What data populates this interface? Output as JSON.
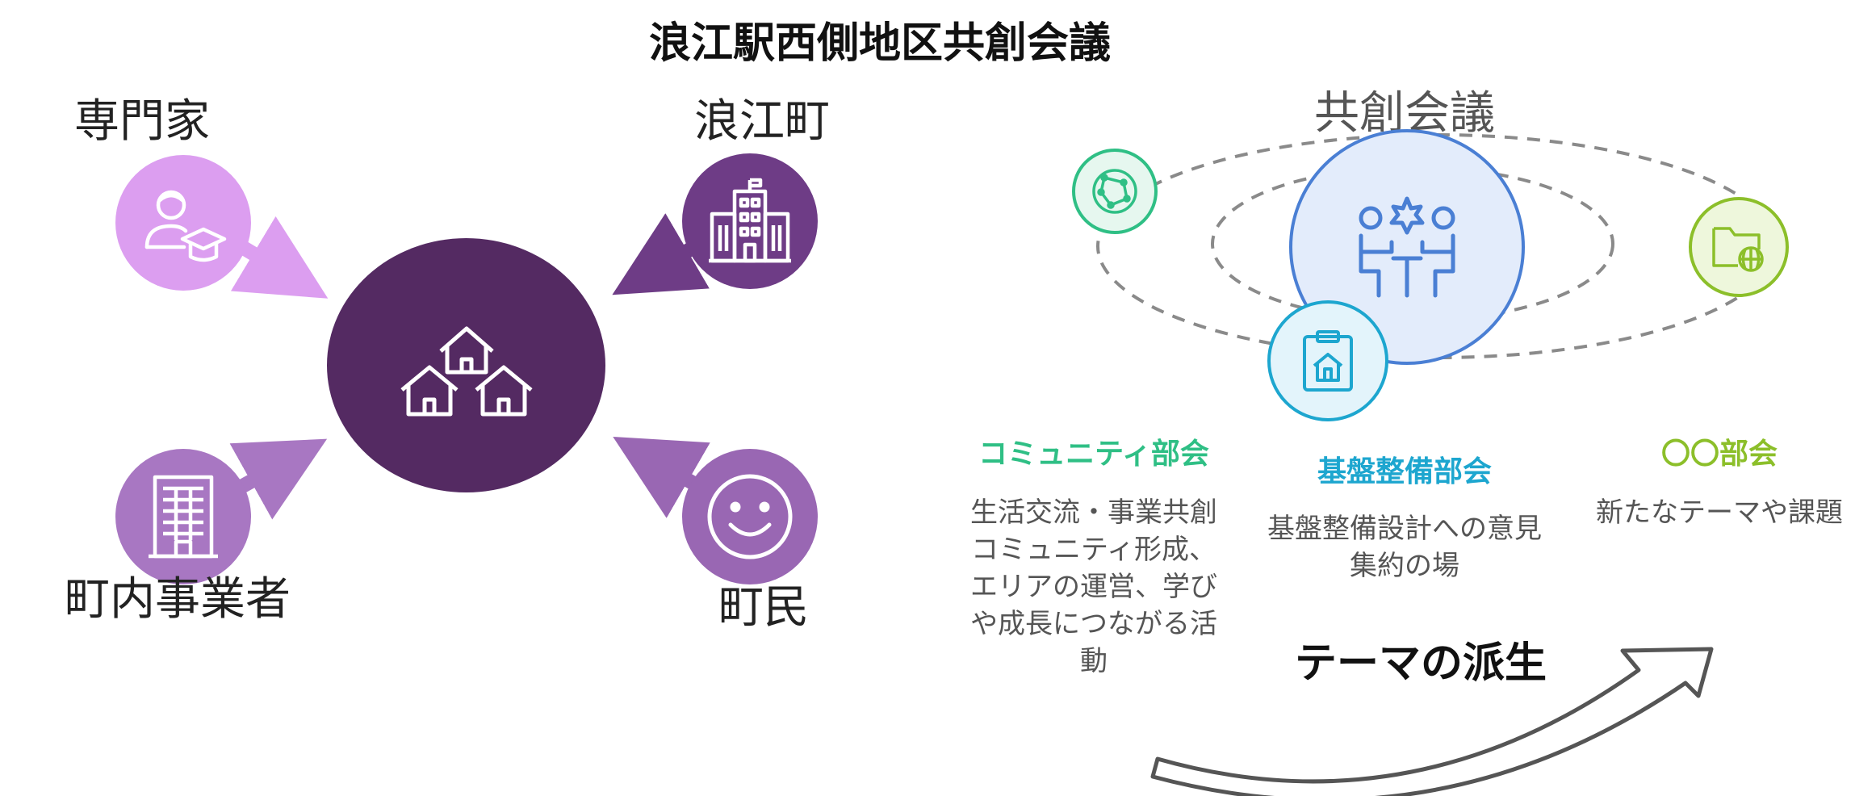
{
  "title": "浪江駅西側地区共創会議",
  "stakeholders": {
    "experts": "専門家",
    "town": "浪江町",
    "businesses": "町内事業者",
    "residents": "町民"
  },
  "hub": {
    "title": "共創会議"
  },
  "subcommittees": [
    {
      "title": "コミュニティ部会",
      "desc": "生活交流・事業共創コミュニティ形成、エリアの運営、学びや成長につながる活動"
    },
    {
      "title": "基盤整備部会",
      "desc": "基盤整備設計への意見集約の場"
    },
    {
      "title": "〇〇部会",
      "desc": "新たなテーマや課題"
    }
  ],
  "theme_label": "テーマの派生",
  "colors": {
    "experts": "#dc9ef0",
    "town": "#6e3c86",
    "businesses": "#a877c2",
    "residents": "#9967b3",
    "center": "#542a62",
    "community": "#2fbf85",
    "infrastructure": "#1da6cf",
    "other": "#8cbf2a",
    "hub_ring": "#4a7fd4"
  },
  "icons": {
    "center": "houses-icon",
    "experts": "graduate-person-icon",
    "town": "town-hall-building-icon",
    "businesses": "office-building-icon",
    "residents": "smiley-face-icon",
    "hub": "meeting-people-icon",
    "community": "globe-network-icon",
    "infrastructure": "clipboard-house-icon",
    "other": "folder-globe-icon"
  }
}
